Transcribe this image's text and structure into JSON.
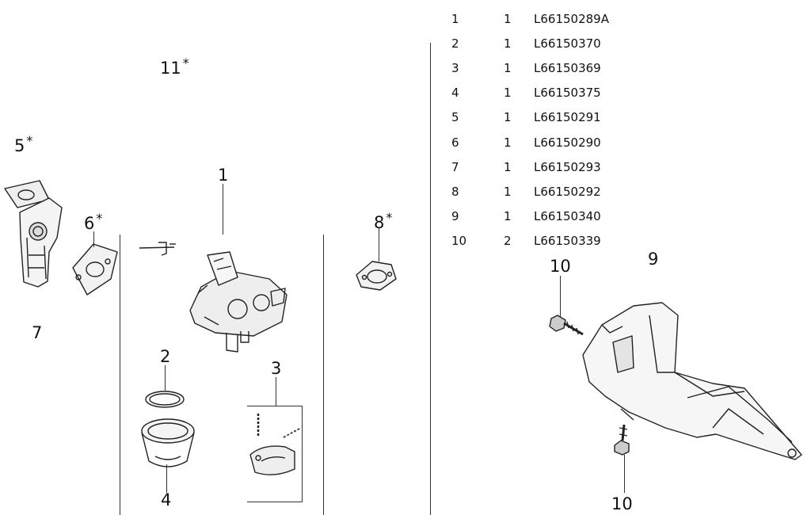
{
  "callouts": {
    "c11": {
      "num": "11",
      "mark": "*"
    },
    "c5": {
      "num": "5",
      "mark": "*"
    },
    "c6": {
      "num": "6",
      "mark": "*"
    },
    "c7": {
      "num": "7",
      "mark": ""
    },
    "c1": {
      "num": "1",
      "mark": ""
    },
    "c2": {
      "num": "2",
      "mark": ""
    },
    "c3": {
      "num": "3",
      "mark": ""
    },
    "c4": {
      "num": "4",
      "mark": ""
    },
    "c8": {
      "num": "8",
      "mark": "*"
    },
    "c9": {
      "num": "9",
      "mark": ""
    },
    "c10a": {
      "num": "10",
      "mark": ""
    },
    "c10b": {
      "num": "10",
      "mark": ""
    }
  },
  "parts_list": [
    {
      "ref": "1",
      "qty": "1",
      "part": "L66150289A"
    },
    {
      "ref": "2",
      "qty": "1",
      "part": "L66150370"
    },
    {
      "ref": "3",
      "qty": "1",
      "part": "L66150369"
    },
    {
      "ref": "4",
      "qty": "1",
      "part": "L66150375"
    },
    {
      "ref": "5",
      "qty": "1",
      "part": "L66150291"
    },
    {
      "ref": "6",
      "qty": "1",
      "part": "L66150290"
    },
    {
      "ref": "7",
      "qty": "1",
      "part": "L66150293"
    },
    {
      "ref": "8",
      "qty": "1",
      "part": "L66150292"
    },
    {
      "ref": "9",
      "qty": "1",
      "part": "L66150340"
    },
    {
      "ref": "10",
      "qty": "2",
      "part": "L66150339"
    }
  ]
}
